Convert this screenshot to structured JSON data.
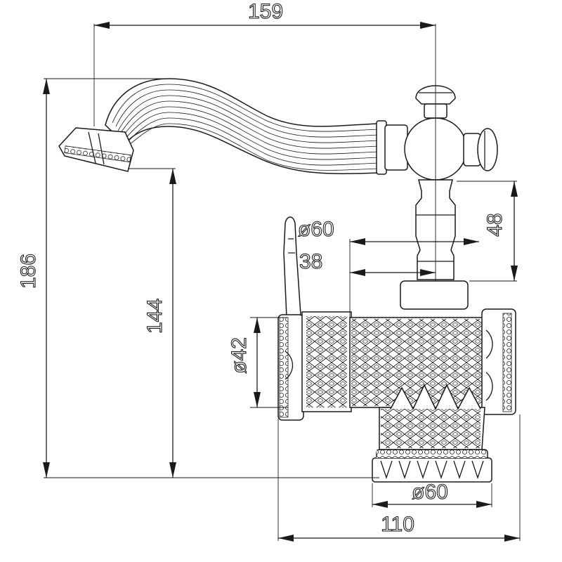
{
  "dimensions": {
    "total_width": "159",
    "total_height": "186",
    "spout_height": "144",
    "handle_height": "48",
    "diameter_60_top": "ø60",
    "offset_38": "38",
    "diameter_42": "ø42",
    "base_diameter": "ø60",
    "base_width": "110"
  },
  "colors": {
    "line": "#1a1a1a",
    "background": "#ffffff"
  }
}
